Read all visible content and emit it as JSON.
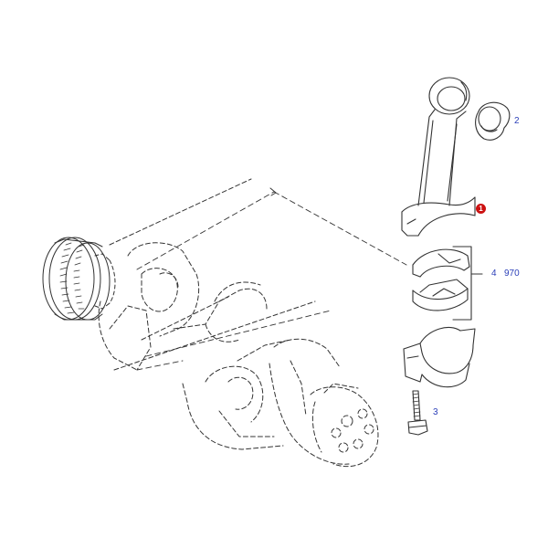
{
  "callouts": {
    "small_end_bushing": "2",
    "bearing_shells": "4",
    "bearing_shells_ref": "970",
    "cap_bolt": "3"
  },
  "marker": {
    "connecting_rod": "1"
  },
  "colors": {
    "line": "#333333",
    "callout_text": "#2b3fb8",
    "marker": "#cc1111"
  }
}
